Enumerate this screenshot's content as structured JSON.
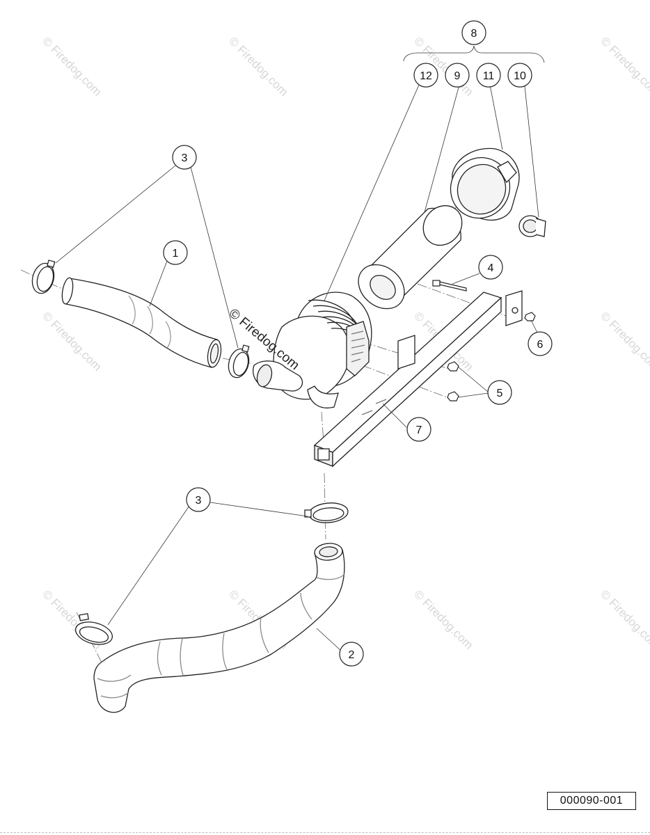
{
  "callouts": {
    "c1": "1",
    "c2": "2",
    "c3a": "3",
    "c3b": "3",
    "c4": "4",
    "c5": "5",
    "c6": "6",
    "c7": "7",
    "c8": "8",
    "c9": "9",
    "c10": "10",
    "c11": "11",
    "c12": "12"
  },
  "watermark": {
    "text": "© Firedog.com"
  },
  "drawing_number": "000090-001"
}
